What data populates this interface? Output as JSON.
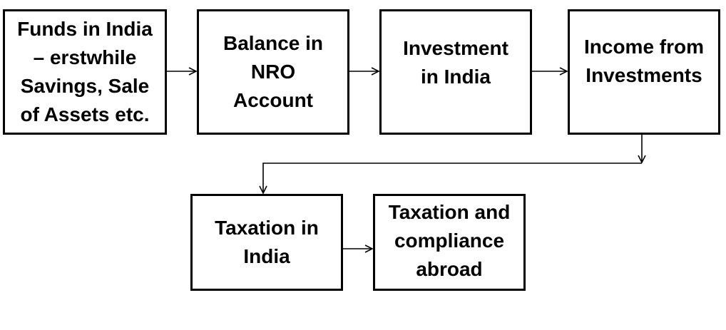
{
  "diagram": {
    "nodes": [
      {
        "id": "b1",
        "lines": [
          "Funds in India",
          "– erstwhile",
          "Savings, Sale",
          "of Assets etc."
        ]
      },
      {
        "id": "b2",
        "lines": [
          "Balance in",
          "NRO",
          "Account"
        ]
      },
      {
        "id": "b3",
        "lines": [
          "Investment",
          "in India"
        ]
      },
      {
        "id": "b4",
        "lines": [
          "Income from",
          "Investments"
        ]
      },
      {
        "id": "b5",
        "lines": [
          "Taxation in",
          "India"
        ]
      },
      {
        "id": "b6",
        "lines": [
          "Taxation and",
          "compliance",
          "abroad"
        ]
      }
    ],
    "edges": [
      {
        "from": "b1",
        "to": "b2"
      },
      {
        "from": "b2",
        "to": "b3"
      },
      {
        "from": "b3",
        "to": "b4"
      },
      {
        "from": "b4",
        "to": "b5"
      },
      {
        "from": "b5",
        "to": "b6"
      }
    ],
    "colors": {
      "border": "#000000",
      "text": "#000000",
      "background": "#ffffff"
    }
  }
}
